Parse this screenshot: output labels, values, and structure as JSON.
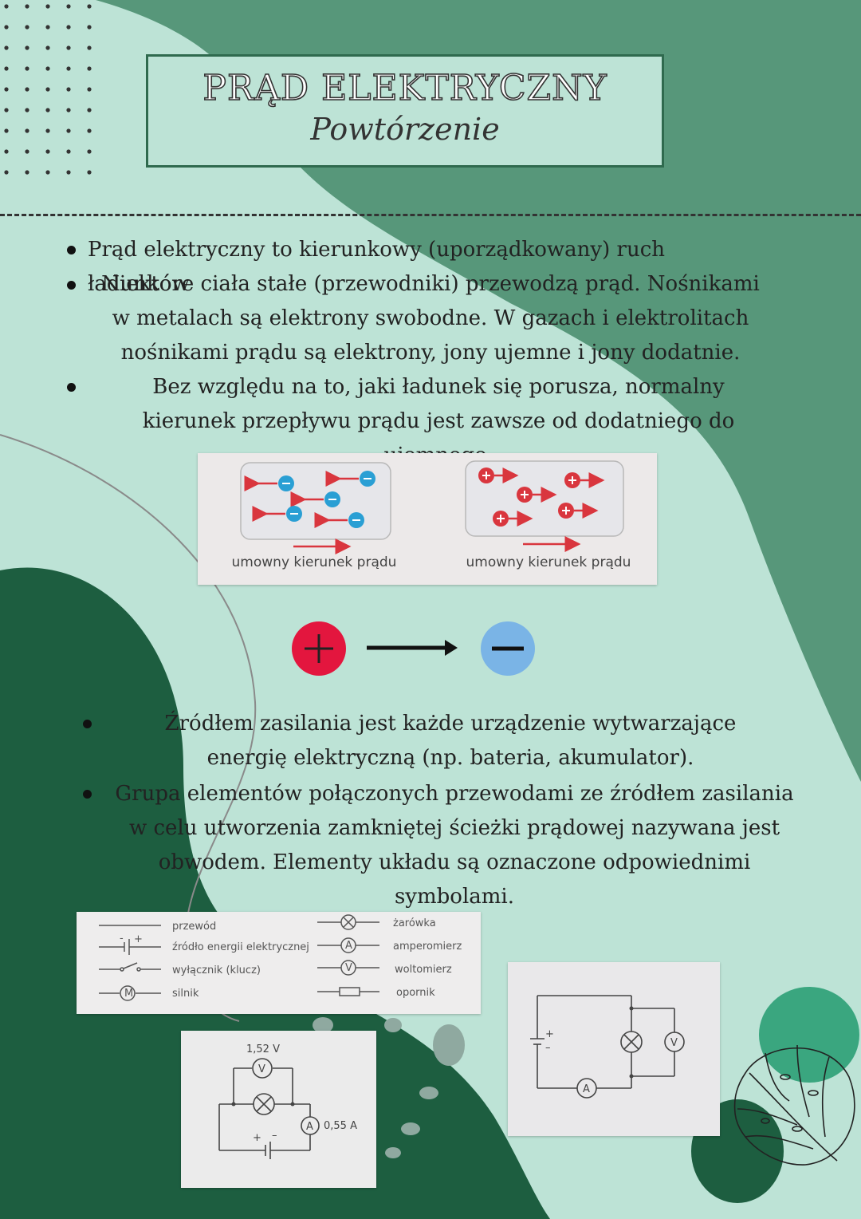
{
  "title": {
    "main": "PRĄD ELEKTRYCZNY",
    "sub": "Powtórzenie"
  },
  "bullets_top": [
    "Prąd elektryczny to kierunkowy (uporządkowany) ruch ładunków",
    "Niektóre ciała stałe (przewodniki) przewodzą prąd. Nośnikami w metalach są elektrony swobodne. W gazach i elektrolitach nośnikami prądu są elektrony, jony ujemne i jony dodatnie.",
    "Bez względu na to, jaki ładunek się porusza, normalny kierunek przepływu prądu jest zawsze od dodatniego do ujemnego."
  ],
  "photo_charges": {
    "left_caption": "umowny kierunek prądu",
    "right_caption": "umowny kierunek prądu"
  },
  "bullets_bottom": [
    "Źródłem zasilania jest każde urządzenie wytwarzające energię elektryczną (np. bateria, akumulator).",
    "Grupa elementów połączonych przewodami ze źródłem zasilania w celu utworzenia zamkniętej ścieżki prądowej nazywana jest obwodem. Elementy układu są oznaczone odpowiednimi symbolami."
  ],
  "symbols_legend": [
    {
      "label": "przewód",
      "icon": "wire"
    },
    {
      "label": "źródło energii elektrycznej",
      "icon": "battery"
    },
    {
      "label": "wyłącznik (klucz)",
      "icon": "switch"
    },
    {
      "label": "silnik",
      "icon": "motor"
    },
    {
      "label": "żarówka",
      "icon": "bulb"
    },
    {
      "label": "amperomierz",
      "icon": "ammeter"
    },
    {
      "label": "woltomierz",
      "icon": "voltmeter"
    },
    {
      "label": "opornik",
      "icon": "resistor"
    }
  ],
  "circuit_1": {
    "voltage": "1,52 V",
    "current": "0,55 A",
    "voltmeter": "V",
    "ammeter": "A"
  },
  "circuit_2": {
    "voltmeter": "V",
    "ammeter": "A"
  },
  "colors": {
    "dark_green": "#1d5e40",
    "mid_green": "#57977a",
    "mint": "#bde3d6",
    "plus_red": "#e3163e",
    "minus_blue": "#7ab4e6",
    "accent_green": "#3aa67f"
  }
}
